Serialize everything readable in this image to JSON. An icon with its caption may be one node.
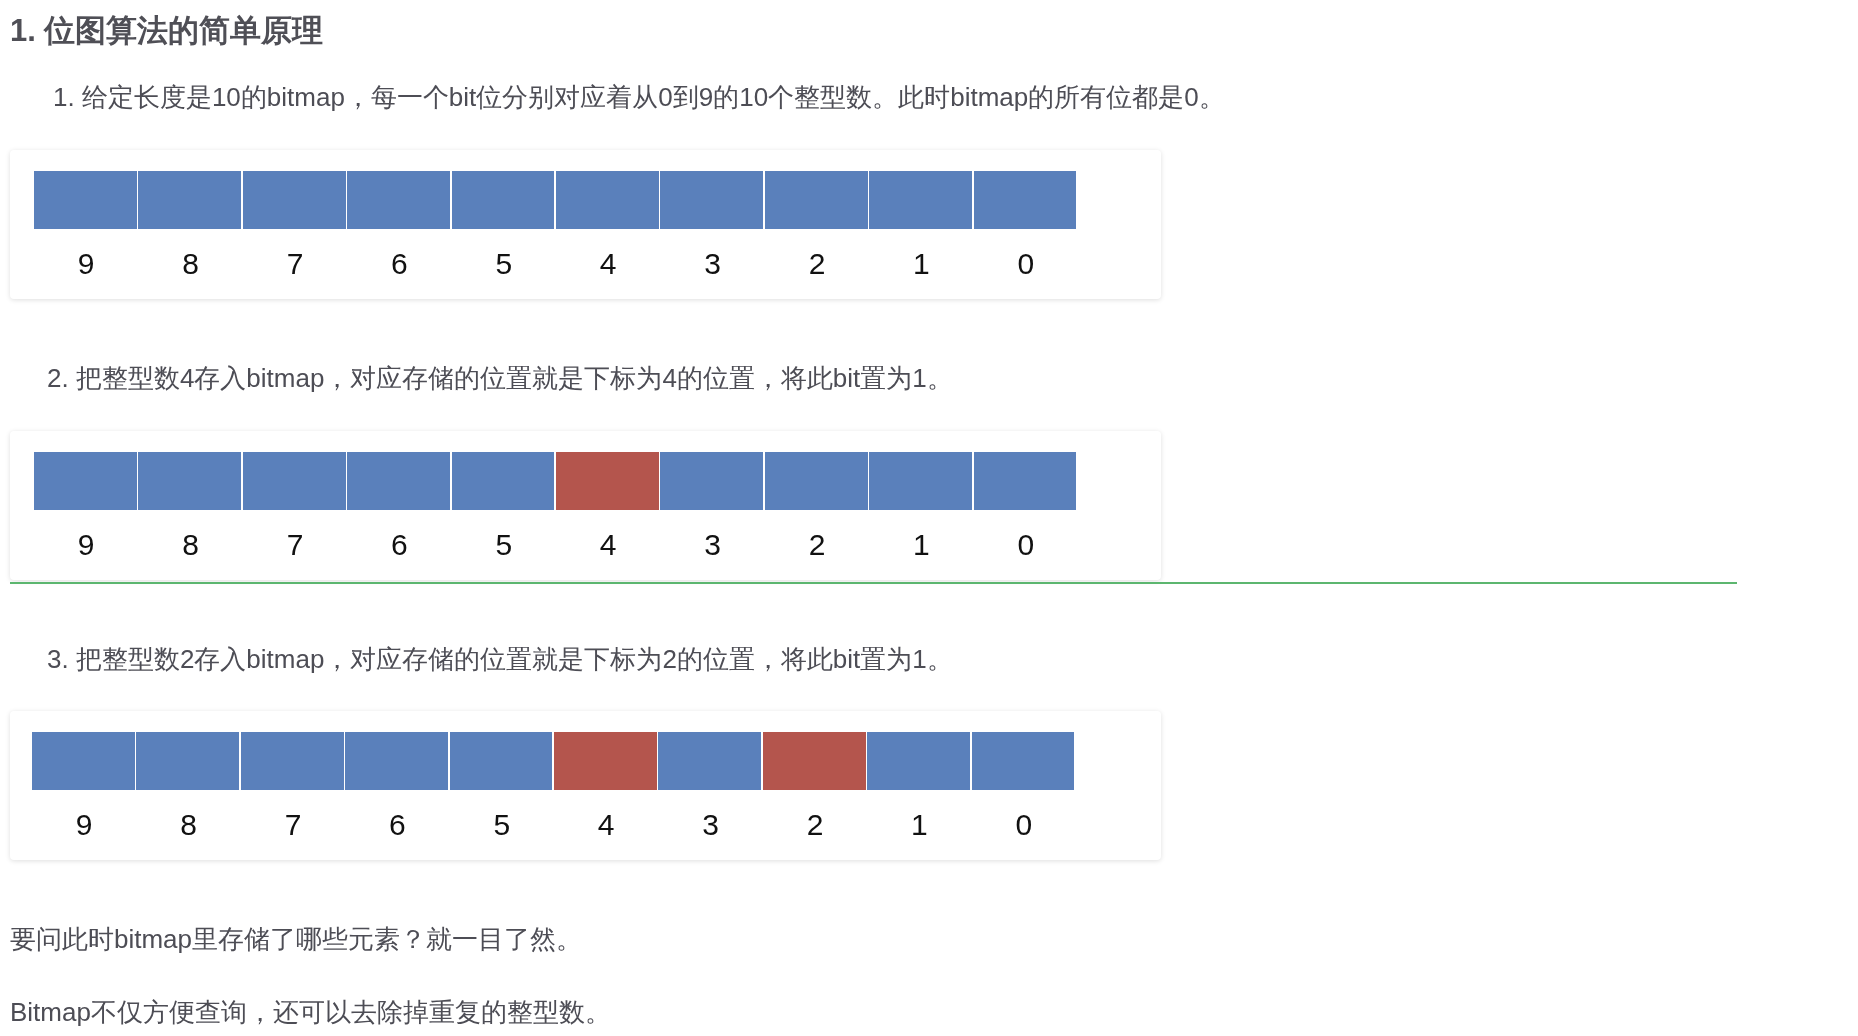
{
  "diagram": {
    "title": "1. 位图算法的简单原理",
    "nodes": [
      {
        "text": [],
        "shape": "box",
        "beside": [
          "9"
        ]
      },
      {
        "text": [],
        "shape": "box",
        "beside": [
          "8"
        ]
      },
      {
        "text": [],
        "shape": "box",
        "beside": [
          "7"
        ]
      },
      {
        "text": [],
        "shape": "box",
        "beside": [
          "6"
        ]
      },
      {
        "text": [],
        "shape": "box",
        "beside": [
          "5"
        ]
      },
      {
        "text": [],
        "shape": "box",
        "beside": [
          "4"
        ]
      },
      {
        "text": [],
        "shape": "box",
        "beside": [
          "3"
        ]
      },
      {
        "text": [],
        "shape": "box",
        "beside": [
          "2"
        ]
      },
      {
        "text": [],
        "shape": "box",
        "beside": [
          "1"
        ]
      },
      {
        "text": [],
        "shape": "box",
        "beside": [
          "0"
        ]
      },
      {
        "text": [],
        "shape": "box",
        "beside": [
          "9"
        ]
      },
      {
        "text": [],
        "shape": "box",
        "beside": [
          "8"
        ]
      },
      {
        "text": [],
        "shape": "box",
        "beside": [
          "7"
        ]
      },
      {
        "text": [],
        "shape": "box",
        "beside": [
          "6"
        ]
      },
      {
        "text": [],
        "shape": "box",
        "beside": [
          "5"
        ]
      },
      {
        "text": [],
        "shape": "box",
        "beside": [
          "4"
        ]
      },
      {
        "text": [],
        "shape": "box",
        "beside": [
          "3"
        ]
      },
      {
        "text": [],
        "shape": "box",
        "beside": [
          "2"
        ]
      },
      {
        "text": [],
        "shape": "box",
        "beside": [
          "1"
        ]
      },
      {
        "text": [],
        "shape": "box",
        "beside": [
          "0"
        ]
      },
      {
        "text": [],
        "shape": "box",
        "beside": [
          "9"
        ]
      },
      {
        "text": [],
        "shape": "box",
        "beside": [
          "8"
        ]
      },
      {
        "text": [],
        "shape": "box",
        "beside": [
          "7"
        ]
      },
      {
        "text": [],
        "shape": "box",
        "beside": [
          "6"
        ]
      },
      {
        "text": [],
        "shape": "box",
        "beside": [
          "5"
        ]
      },
      {
        "text": [],
        "shape": "box",
        "beside": [
          "4"
        ]
      },
      {
        "text": [],
        "shape": "box",
        "beside": [
          "3"
        ]
      },
      {
        "text": [],
        "shape": "box",
        "beside": [
          "2"
        ]
      },
      {
        "text": [],
        "shape": "box",
        "beside": [
          "1"
        ]
      },
      {
        "text": [],
        "shape": "box",
        "beside": [
          "0"
        ]
      }
    ],
    "labels": [
      "1. 给定长度是10的bitmap，每一个bit位分别对应着从0到9的10个整型数。此时bitmap的所有位都是0。",
      "2. 把整型数4存入bitmap，对应存储的位置就是下标为4的位置，将此bit置为1。",
      "3. 把整型数2存入bitmap，对应存储的位置就是下标为2的位置，将此bit置为1。",
      "要问此时bitmap里存储了哪些元素？就一目了然。",
      "Bitmap不仅方便查询，还可以去除掉重复的整型数。"
    ]
  }
}
